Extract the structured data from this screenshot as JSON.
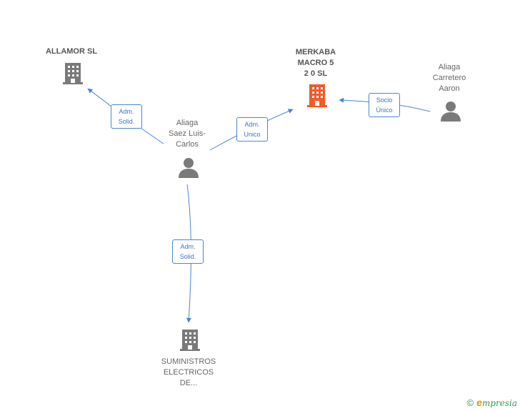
{
  "nodes": {
    "allamor": {
      "label": "ALLAMOR  SL",
      "kind": "company"
    },
    "merkaba": {
      "label": "MERKABA\nMACRO 5\n2 0  SL",
      "kind": "company",
      "highlight": true,
      "color": "#f15a2b"
    },
    "aliaga_carretero": {
      "label": "Aliaga\nCarretero\nAaron",
      "kind": "person"
    },
    "aliaga_saez": {
      "label": "Aliaga\nSaez Luis-\nCarlos",
      "kind": "person"
    },
    "suministros": {
      "label": "SUMINISTROS\nELECTRICOS\nDE...",
      "kind": "company"
    }
  },
  "edges": {
    "saez_allamor": {
      "label": "Adm.\nSolid."
    },
    "saez_merkaba": {
      "label": "Adm.\nUnico"
    },
    "carretero_merkaba": {
      "label": "Socio\nÚnico"
    },
    "saez_suministros": {
      "label": "Adm.\nSolid."
    }
  },
  "colors": {
    "edge": "#4a86d4",
    "icon": "#7a7a7a",
    "highlight": "#f15a2b"
  },
  "footer": {
    "copyright": "©",
    "brand_first": "e",
    "brand_rest": "mpresia"
  }
}
